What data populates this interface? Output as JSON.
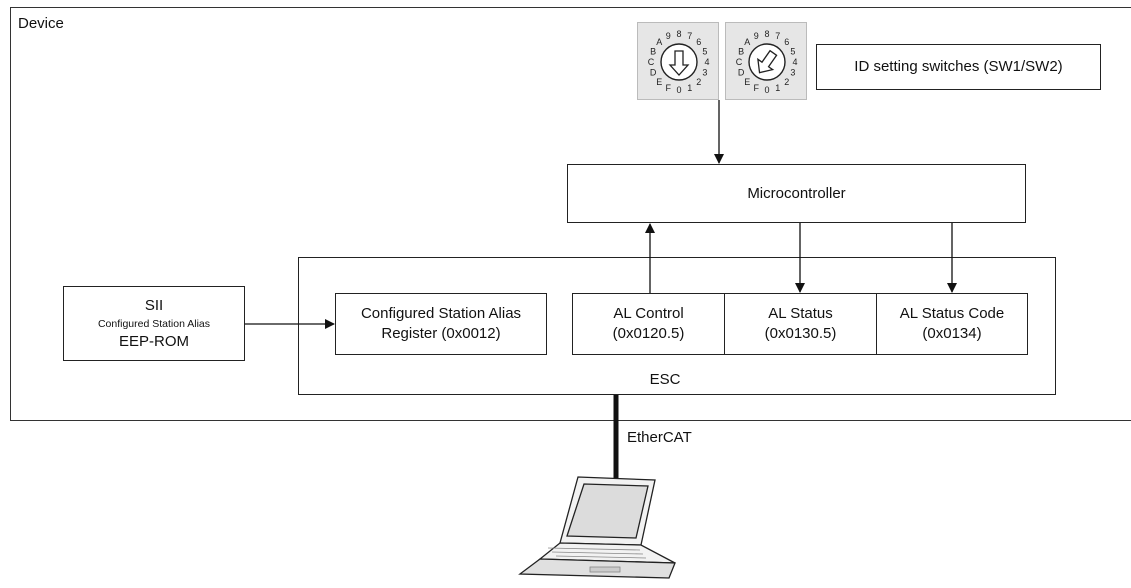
{
  "device": {
    "title": "Device"
  },
  "switches": {
    "label": "ID setting switches (SW1/SW2)",
    "dial_chars": [
      "0",
      "1",
      "2",
      "3",
      "4",
      "5",
      "6",
      "7",
      "8",
      "9",
      "A",
      "B",
      "C",
      "D",
      "E",
      "F"
    ]
  },
  "microcontroller": {
    "label": "Microcontroller"
  },
  "sii": {
    "title": "SII",
    "subtitle": "Configured Station Alias",
    "footer": "EEP-ROM"
  },
  "esc": {
    "label": "ESC",
    "registers": [
      {
        "line1": "Configured Station Alias",
        "line2": "Register (0x0012)"
      },
      {
        "line1": "AL Control",
        "line2": "(0x0120.5)"
      },
      {
        "line1": "AL Status",
        "line2": "(0x0130.5)"
      },
      {
        "line1": "AL Status Code",
        "line2": "(0x0134)"
      }
    ]
  },
  "network": {
    "label": "EtherCAT"
  },
  "icons": [
    "rotary-switch-icon",
    "laptop-icon"
  ]
}
